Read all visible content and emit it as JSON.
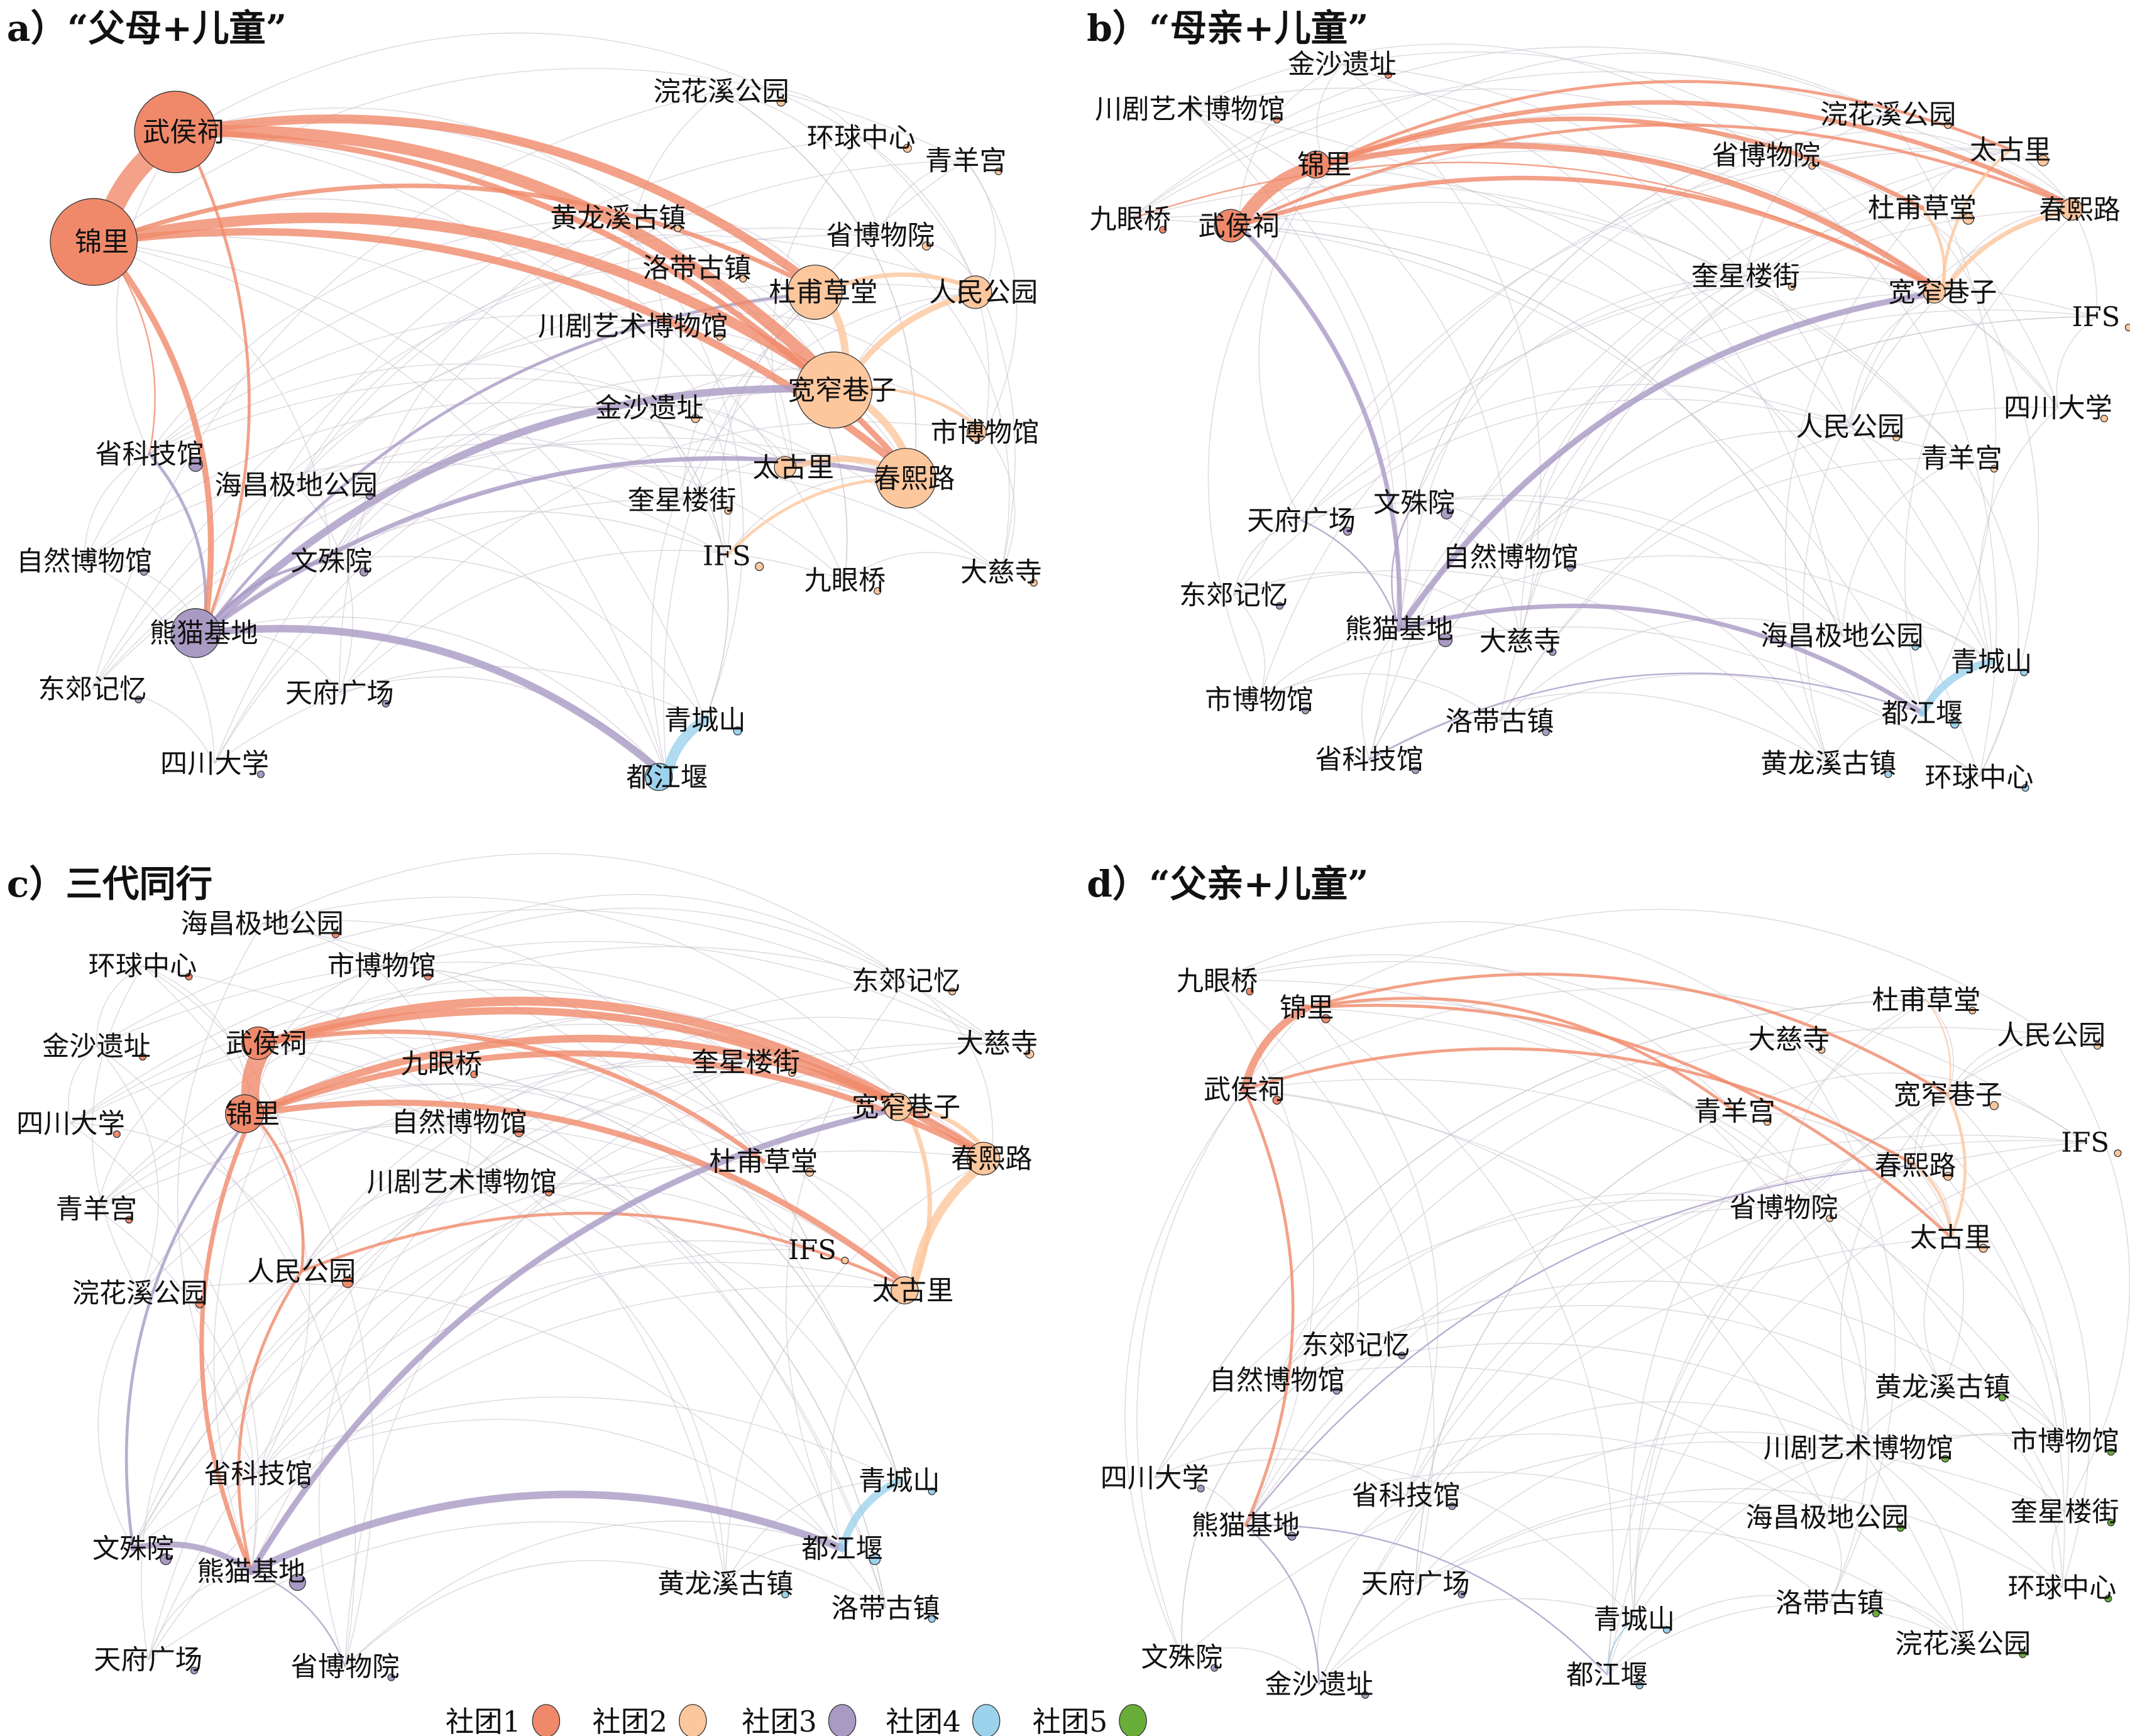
{
  "colors": {
    "1": "#F0896A",
    "2": "#FDC79E",
    "3": "#A99AC4",
    "4": "#9CD2EC",
    "5": "#6AAE3A",
    "bg_edge": "#c9c3cf"
  },
  "legend": [
    {
      "label": "社团1",
      "community": "1"
    },
    {
      "label": "社团2",
      "community": "2"
    },
    {
      "label": "社团3",
      "community": "3"
    },
    {
      "label": "社团4",
      "community": "4"
    },
    {
      "label": "社团5",
      "community": "5"
    }
  ],
  "panels": [
    {
      "title": "a）“父母+儿童”",
      "nodes": [
        {
          "name": "武侯祠",
          "community": "1",
          "size": 30
        },
        {
          "name": "锦里",
          "community": "1",
          "size": 32
        },
        {
          "name": "浣花溪公园",
          "community": "2",
          "size": 3
        },
        {
          "name": "环球中心",
          "community": "2",
          "size": 3
        },
        {
          "name": "青羊宫",
          "community": "2",
          "size": 2
        },
        {
          "name": "黄龙溪古镇",
          "community": "2",
          "size": 2
        },
        {
          "name": "省博物院",
          "community": "2",
          "size": 3
        },
        {
          "name": "洛带古镇",
          "community": "2",
          "size": 2
        },
        {
          "name": "杜甫草堂",
          "community": "2",
          "size": 20
        },
        {
          "name": "人民公园",
          "community": "2",
          "size": 12
        },
        {
          "name": "川剧艺术博物馆",
          "community": "2",
          "size": 2
        },
        {
          "name": "宽窄巷子",
          "community": "2",
          "size": 28
        },
        {
          "name": "金沙遗址",
          "community": "2",
          "size": 3
        },
        {
          "name": "市博物馆",
          "community": "2",
          "size": 7
        },
        {
          "name": "省科技馆",
          "community": "3",
          "size": 5
        },
        {
          "name": "海昌极地公园",
          "community": "3",
          "size": 2
        },
        {
          "name": "太古里",
          "community": "2",
          "size": 8
        },
        {
          "name": "春熙路",
          "community": "2",
          "size": 22
        },
        {
          "name": "奎星楼街",
          "community": "2",
          "size": 2
        },
        {
          "name": "自然博物馆",
          "community": "3",
          "size": 2
        },
        {
          "name": "文殊院",
          "community": "3",
          "size": 3
        },
        {
          "name": "IFS",
          "community": "2",
          "size": 3
        },
        {
          "name": "九眼桥",
          "community": "2",
          "size": 2
        },
        {
          "name": "大慈寺",
          "community": "2",
          "size": 2
        },
        {
          "name": "熊猫基地",
          "community": "3",
          "size": 18
        },
        {
          "name": "东郊记忆",
          "community": "3",
          "size": 2
        },
        {
          "name": "天府广场",
          "community": "3",
          "size": 2
        },
        {
          "name": "青城山",
          "community": "4",
          "size": 3
        },
        {
          "name": "四川大学",
          "community": "3",
          "size": 2
        },
        {
          "name": "都江堰",
          "community": "4",
          "size": 10
        }
      ],
      "edges": [
        [
          "武侯祠",
          "锦里",
          14
        ],
        [
          "武侯祠",
          "宽窄巷子",
          8
        ],
        [
          "锦里",
          "宽窄巷子",
          7
        ],
        [
          "武侯祠",
          "杜甫草堂",
          6
        ],
        [
          "锦里",
          "春熙路",
          5
        ],
        [
          "武侯祠",
          "春熙路",
          4
        ],
        [
          "杜甫草堂",
          "宽窄巷子",
          5
        ],
        [
          "宽窄巷子",
          "春熙路",
          5
        ],
        [
          "熊猫基地",
          "宽窄巷子",
          5
        ],
        [
          "熊猫基地",
          "春熙路",
          3
        ],
        [
          "熊猫基地",
          "都江堰",
          5
        ],
        [
          "青城山",
          "都江堰",
          7
        ],
        [
          "锦里",
          "熊猫基地",
          4
        ],
        [
          "宽窄巷子",
          "人民公园",
          4
        ],
        [
          "春熙路",
          "太古里",
          4
        ],
        [
          "杜甫草堂",
          "人民公园",
          3
        ],
        [
          "熊猫基地",
          "杜甫草堂",
          2
        ],
        [
          "熊猫基地",
          "省科技馆",
          2
        ],
        [
          "武侯祠",
          "熊猫基地",
          2
        ],
        [
          "锦里",
          "杜甫草堂",
          3
        ],
        [
          "春熙路",
          "IFS",
          2
        ],
        [
          "宽窄巷子",
          "市博物馆",
          2
        ],
        [
          "锦里",
          "省科技馆",
          1
        ],
        [
          "熊猫基地",
          "文殊院",
          2
        ]
      ]
    },
    {
      "title": "b）“母亲+儿童”",
      "nodes": [
        {
          "name": "金沙遗址",
          "community": "1",
          "size": 2
        },
        {
          "name": "川剧艺术博物馆",
          "community": "1",
          "size": 2
        },
        {
          "name": "浣花溪公园",
          "community": "2",
          "size": 2
        },
        {
          "name": "锦里",
          "community": "1",
          "size": 10
        },
        {
          "name": "省博物院",
          "community": "2",
          "size": 2
        },
        {
          "name": "太古里",
          "community": "2",
          "size": 4
        },
        {
          "name": "九眼桥",
          "community": "1",
          "size": 2
        },
        {
          "name": "武侯祠",
          "community": "1",
          "size": 12
        },
        {
          "name": "杜甫草堂",
          "community": "2",
          "size": 4
        },
        {
          "name": "春熙路",
          "community": "2",
          "size": 8
        },
        {
          "name": "奎星楼街",
          "community": "2",
          "size": 2
        },
        {
          "name": "宽窄巷子",
          "community": "2",
          "size": 8
        },
        {
          "name": "IFS",
          "community": "2",
          "size": 2
        },
        {
          "name": "四川大学",
          "community": "2",
          "size": 2
        },
        {
          "name": "人民公园",
          "community": "2",
          "size": 2
        },
        {
          "name": "青羊宫",
          "community": "2",
          "size": 2
        },
        {
          "name": "天府广场",
          "community": "3",
          "size": 3
        },
        {
          "name": "文殊院",
          "community": "3",
          "size": 4
        },
        {
          "name": "自然博物馆",
          "community": "3",
          "size": 2
        },
        {
          "name": "东郊记忆",
          "community": "3",
          "size": 2
        },
        {
          "name": "熊猫基地",
          "community": "3",
          "size": 5
        },
        {
          "name": "大慈寺",
          "community": "3",
          "size": 2
        },
        {
          "name": "海昌极地公园",
          "community": "4",
          "size": 2
        },
        {
          "name": "青城山",
          "community": "4",
          "size": 2
        },
        {
          "name": "市博物馆",
          "community": "3",
          "size": 2
        },
        {
          "name": "都江堰",
          "community": "4",
          "size": 3
        },
        {
          "name": "洛带古镇",
          "community": "3",
          "size": 2
        },
        {
          "name": "省科技馆",
          "community": "3",
          "size": 2
        },
        {
          "name": "黄龙溪古镇",
          "community": "4",
          "size": 2
        },
        {
          "name": "环球中心",
          "community": "4",
          "size": 2
        }
      ],
      "edges": [
        [
          "锦里",
          "武侯祠",
          9
        ],
        [
          "锦里",
          "宽窄巷子",
          4
        ],
        [
          "锦里",
          "春熙路",
          3
        ],
        [
          "武侯祠",
          "宽窄巷子",
          3
        ],
        [
          "锦里",
          "杜甫草堂",
          3
        ],
        [
          "武侯祠",
          "春熙路",
          2
        ],
        [
          "宽窄巷子",
          "春熙路",
          3
        ],
        [
          "杜甫草堂",
          "宽窄巷子",
          2
        ],
        [
          "熊猫基地",
          "宽窄巷子",
          4
        ],
        [
          "熊猫基地",
          "武侯祠",
          3
        ],
        [
          "熊猫基地",
          "都江堰",
          3
        ],
        [
          "青城山",
          "都江堰",
          5
        ],
        [
          "锦里",
          "太古里",
          2
        ],
        [
          "宽窄巷子",
          "太古里",
          2
        ],
        [
          "文殊院",
          "熊猫基地",
          1
        ],
        [
          "天府广场",
          "熊猫基地",
          1
        ],
        [
          "九眼桥",
          "宽窄巷子",
          1
        ],
        [
          "省科技馆",
          "都江堰",
          1
        ]
      ]
    },
    {
      "title": "c）三代同行",
      "nodes": [
        {
          "name": "海昌极地公园",
          "community": "1",
          "size": 2
        },
        {
          "name": "环球中心",
          "community": "1",
          "size": 2
        },
        {
          "name": "市博物馆",
          "community": "1",
          "size": 2
        },
        {
          "name": "东郊记忆",
          "community": "2",
          "size": 2
        },
        {
          "name": "金沙遗址",
          "community": "1",
          "size": 2
        },
        {
          "name": "武侯祠",
          "community": "1",
          "size": 12
        },
        {
          "name": "大慈寺",
          "community": "2",
          "size": 3
        },
        {
          "name": "九眼桥",
          "community": "1",
          "size": 2
        },
        {
          "name": "奎星楼街",
          "community": "2",
          "size": 2
        },
        {
          "name": "四川大学",
          "community": "1",
          "size": 2
        },
        {
          "name": "锦里",
          "community": "1",
          "size": 14
        },
        {
          "name": "宽窄巷子",
          "community": "2",
          "size": 10
        },
        {
          "name": "自然博物馆",
          "community": "1",
          "size": 3
        },
        {
          "name": "春熙路",
          "community": "2",
          "size": 12
        },
        {
          "name": "杜甫草堂",
          "community": "2",
          "size": 3
        },
        {
          "name": "川剧艺术博物馆",
          "community": "1",
          "size": 2
        },
        {
          "name": "青羊宫",
          "community": "1",
          "size": 2
        },
        {
          "name": "IFS",
          "community": "2",
          "size": 2
        },
        {
          "name": "人民公园",
          "community": "1",
          "size": 4
        },
        {
          "name": "太古里",
          "community": "2",
          "size": 10
        },
        {
          "name": "浣花溪公园",
          "community": "1",
          "size": 3
        },
        {
          "name": "省科技馆",
          "community": "3",
          "size": 2
        },
        {
          "name": "青城山",
          "community": "4",
          "size": 2
        },
        {
          "name": "文殊院",
          "community": "3",
          "size": 4
        },
        {
          "name": "都江堰",
          "community": "4",
          "size": 4
        },
        {
          "name": "熊猫基地",
          "community": "3",
          "size": 6
        },
        {
          "name": "黄龙溪古镇",
          "community": "4",
          "size": 2
        },
        {
          "name": "洛带古镇",
          "community": "4",
          "size": 2
        },
        {
          "name": "天府广场",
          "community": "3",
          "size": 2
        },
        {
          "name": "省博物院",
          "community": "3",
          "size": 2
        }
      ],
      "edges": [
        [
          "武侯祠",
          "锦里",
          12
        ],
        [
          "武侯祠",
          "宽窄巷子",
          6
        ],
        [
          "锦里",
          "宽窄巷子",
          5
        ],
        [
          "武侯祠",
          "春熙路",
          5
        ],
        [
          "锦里",
          "春熙路",
          4
        ],
        [
          "锦里",
          "太古里",
          4
        ],
        [
          "武侯祠",
          "杜甫草堂",
          3
        ],
        [
          "春熙路",
          "太古里",
          6
        ],
        [
          "宽窄巷子",
          "春熙路",
          3
        ],
        [
          "熊猫基地",
          "宽窄巷子",
          4
        ],
        [
          "熊猫基地",
          "都江堰",
          5
        ],
        [
          "青城山",
          "都江堰",
          5
        ],
        [
          "熊猫基地",
          "文殊院",
          4
        ],
        [
          "锦里",
          "熊猫基地",
          3
        ],
        [
          "人民公园",
          "太古里",
          2
        ],
        [
          "人民公园",
          "熊猫基地",
          2
        ],
        [
          "宽窄巷子",
          "太古里",
          3
        ],
        [
          "锦里",
          "人民公园",
          2
        ],
        [
          "文殊院",
          "锦里",
          2
        ],
        [
          "熊猫基地",
          "省博物院",
          1
        ]
      ]
    },
    {
      "title": "d）“父亲+儿童”",
      "nodes": [
        {
          "name": "九眼桥",
          "community": "1",
          "size": 2
        },
        {
          "name": "锦里",
          "community": "1",
          "size": 3
        },
        {
          "name": "杜甫草堂",
          "community": "2",
          "size": 2
        },
        {
          "name": "大慈寺",
          "community": "2",
          "size": 2
        },
        {
          "name": "人民公园",
          "community": "2",
          "size": 2
        },
        {
          "name": "武侯祠",
          "community": "1",
          "size": 3
        },
        {
          "name": "宽窄巷子",
          "community": "2",
          "size": 3
        },
        {
          "name": "青羊宫",
          "community": "2",
          "size": 2
        },
        {
          "name": "IFS",
          "community": "2",
          "size": 2
        },
        {
          "name": "春熙路",
          "community": "2",
          "size": 3
        },
        {
          "name": "省博物院",
          "community": "2",
          "size": 2
        },
        {
          "name": "太古里",
          "community": "2",
          "size": 3
        },
        {
          "name": "东郊记忆",
          "community": "3",
          "size": 2
        },
        {
          "name": "自然博物馆",
          "community": "3",
          "size": 2
        },
        {
          "name": "黄龙溪古镇",
          "community": "5",
          "size": 2
        },
        {
          "name": "川剧艺术博物馆",
          "community": "5",
          "size": 2
        },
        {
          "name": "市博物馆",
          "community": "5",
          "size": 2
        },
        {
          "name": "四川大学",
          "community": "3",
          "size": 2
        },
        {
          "name": "省科技馆",
          "community": "3",
          "size": 2
        },
        {
          "name": "海昌极地公园",
          "community": "5",
          "size": 2
        },
        {
          "name": "奎星楼街",
          "community": "5",
          "size": 2
        },
        {
          "name": "熊猫基地",
          "community": "3",
          "size": 3
        },
        {
          "name": "天府广场",
          "community": "3",
          "size": 2
        },
        {
          "name": "环球中心",
          "community": "5",
          "size": 2
        },
        {
          "name": "洛带古镇",
          "community": "5",
          "size": 2
        },
        {
          "name": "青城山",
          "community": "4",
          "size": 2
        },
        {
          "name": "浣花溪公园",
          "community": "5",
          "size": 2
        },
        {
          "name": "文殊院",
          "community": "3",
          "size": 2
        },
        {
          "name": "金沙遗址",
          "community": "3",
          "size": 2
        },
        {
          "name": "都江堰",
          "community": "4",
          "size": 2
        }
      ],
      "edges": [
        [
          "锦里",
          "武侯祠",
          5
        ],
        [
          "锦里",
          "宽窄巷子",
          2
        ],
        [
          "锦里",
          "太古里",
          2
        ],
        [
          "武侯祠",
          "春熙路",
          2
        ],
        [
          "锦里",
          "青羊宫",
          2
        ],
        [
          "宽窄巷子",
          "太古里",
          2
        ],
        [
          "春熙路",
          "太古里",
          2
        ],
        [
          "武侯祠",
          "熊猫基地",
          2
        ],
        [
          "熊猫基地",
          "春熙路",
          1
        ],
        [
          "熊猫基地",
          "都江堰",
          1
        ],
        [
          "青城山",
          "都江堰",
          1
        ],
        [
          "宽窄巷子",
          "杜甫草堂",
          1
        ],
        [
          "熊猫基地",
          "金沙遗址",
          1
        ]
      ]
    }
  ]
}
